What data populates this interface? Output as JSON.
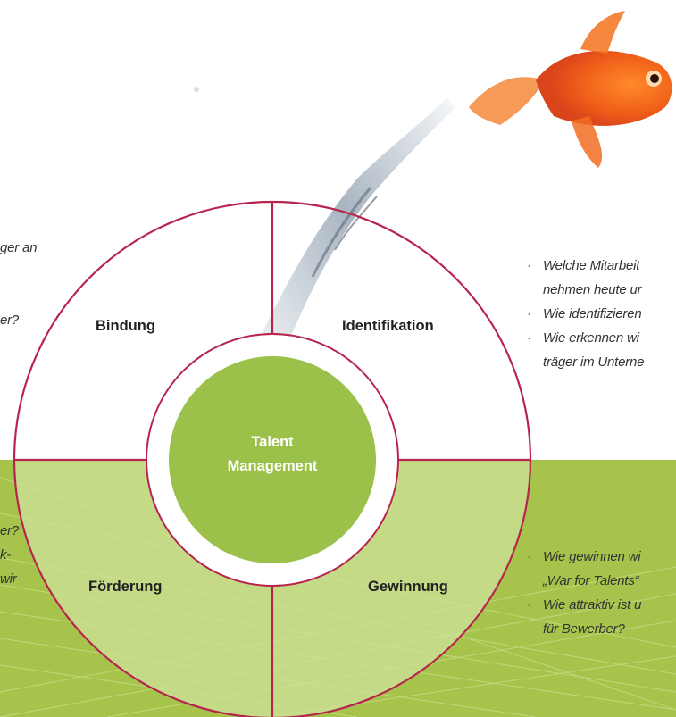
{
  "wheel": {
    "center_label_line1": "Talent",
    "center_label_line2": "Management",
    "segments": {
      "bindung": "Bindung",
      "identifikation": "Identifikation",
      "foerderung": "Förderung",
      "gewinnung": "Gewinnung"
    }
  },
  "left_top_fragments": {
    "line1": "ger an",
    "line2": "er?"
  },
  "left_bottom_fragments": {
    "line1": "er?",
    "line2": "k-",
    "line3": "wir"
  },
  "right_top_questions": {
    "q1_line1": "Welche Mitarbeit",
    "q1_line2": "nehmen heute ur",
    "q2": "Wie identifizieren",
    "q3_line1": "Wie erkennen wi",
    "q3_line2": "träger im Unterne"
  },
  "right_bottom_questions": {
    "q1_line1": "Wie gewinnen wi",
    "q1_line2": "„War for Talents“",
    "q2_line1": "Wie attraktiv ist u",
    "q2_line2": "für Bewerber?"
  },
  "colors": {
    "ring": "#b7254e",
    "green": "#a6c44c",
    "green_light": "#cfe199",
    "center": "#9cc14a"
  }
}
